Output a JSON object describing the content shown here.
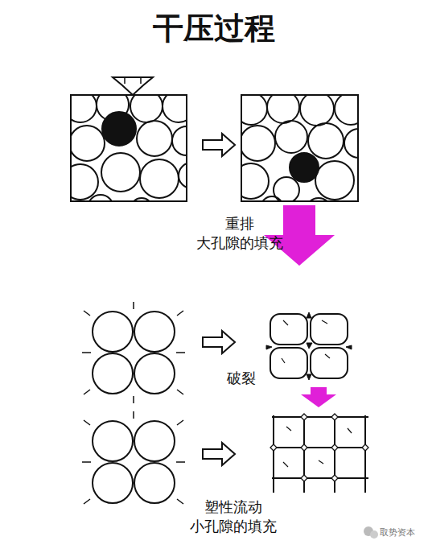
{
  "diagram": {
    "title": "干压过程",
    "labels": [
      "重排 大孔隙的填充",
      "破裂",
      "塑性流动 小孔隙的填充",
      "取势资本"
    ]
  }
}
